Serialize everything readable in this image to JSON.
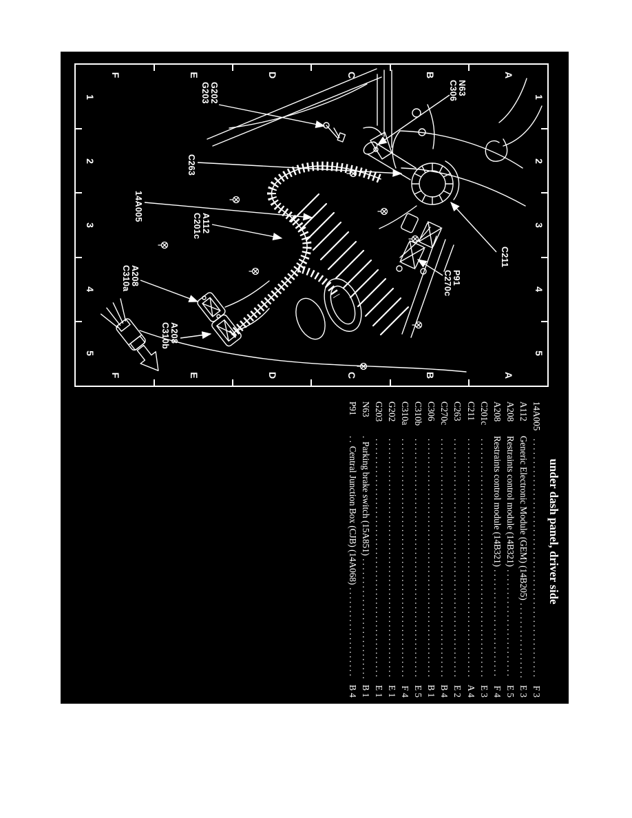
{
  "page": {
    "bg": "#ffffff",
    "sheet_bg": "#000000",
    "ink": "#ffffff"
  },
  "figure": {
    "grid": {
      "columns": [
        "1",
        "2",
        "3",
        "4",
        "5"
      ],
      "rows": [
        "A",
        "B",
        "C",
        "D",
        "E",
        "F"
      ]
    },
    "callouts": {
      "c211": {
        "l1": "C211"
      },
      "n63": {
        "l1": "N63",
        "l2": "C306"
      },
      "p91": {
        "l1": "P91",
        "l2": "C270c"
      },
      "g202": {
        "l1": "G202",
        "l2": "G203"
      },
      "c263": {
        "l1": "C263"
      },
      "a112": {
        "l1": "A112",
        "l2": "C201c"
      },
      "h14a005": {
        "l1": "14A005"
      },
      "a208a": {
        "l1": "A208",
        "l2": "C310a"
      },
      "a208b": {
        "l1": "A208",
        "l2": "C310b"
      }
    }
  },
  "legend": {
    "title": "under dash panel, driver side",
    "dot_leader": ". . . . . . . . . . . . . . . . . . . . . . . . . . . . . . . . . . . . . . . . . . . . . . . . . . . . . . . . . . . . . . . . . . . . . . . . . . . . . . . . . . . .",
    "rows": [
      {
        "code": "14A005",
        "desc": "",
        "ref": "F 3"
      },
      {
        "code": "A112",
        "desc": "Generic Electronic Module (GEM) (14B205)",
        "ref": "E 3"
      },
      {
        "code": "A208",
        "desc": "Restraints control module (14B321)",
        "ref": "E 5"
      },
      {
        "code": "A208",
        "desc": "Restraints control module (14B321)",
        "ref": "F 4"
      },
      {
        "code": "C201c",
        "desc": "",
        "ref": "E 3"
      },
      {
        "code": "C211",
        "desc": "",
        "ref": "A 4"
      },
      {
        "code": "C263",
        "desc": "",
        "ref": "E 2"
      },
      {
        "code": "C270c",
        "desc": "",
        "ref": "B 4"
      },
      {
        "code": "C306",
        "desc": "",
        "ref": "B 1"
      },
      {
        "code": "C310b",
        "desc": "",
        "ref": "E 5"
      },
      {
        "code": "C310a",
        "desc": "",
        "ref": "F 4"
      },
      {
        "code": "G202",
        "desc": "",
        "ref": "E 1"
      },
      {
        "code": "G203",
        "desc": "",
        "ref": "E 1"
      },
      {
        "code": "N63",
        "lead": ".",
        "desc": "Parking brake switch (15A851)",
        "ref": "B 1"
      },
      {
        "code": "P91",
        "lead": ". .",
        "desc": "Central Junction Box (CJB) (14A068)",
        "ref": "B 4"
      }
    ]
  }
}
